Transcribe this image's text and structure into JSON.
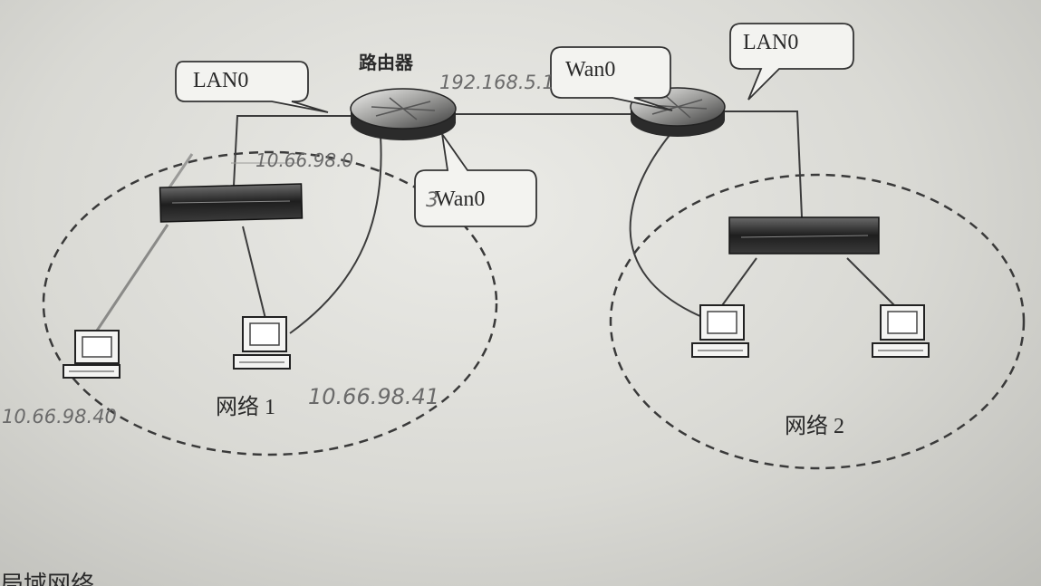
{
  "router_caption": "路由器",
  "callouts": {
    "lan0_left": "LAN0",
    "wan0_left": "Wan0",
    "wan0_right": "Wan0",
    "lan0_right": "LAN0"
  },
  "handwritten": {
    "router_ip": "192.168.5.1",
    "net1_addr": "10.66.98.0",
    "host_left_ip": "10.66.98.40",
    "host_right_ip": "10.66.98.41",
    "wan0_mark": "3"
  },
  "networks": {
    "net1": "网络 1",
    "net2": "网络 2"
  },
  "bottom_fragment": "局域网络"
}
